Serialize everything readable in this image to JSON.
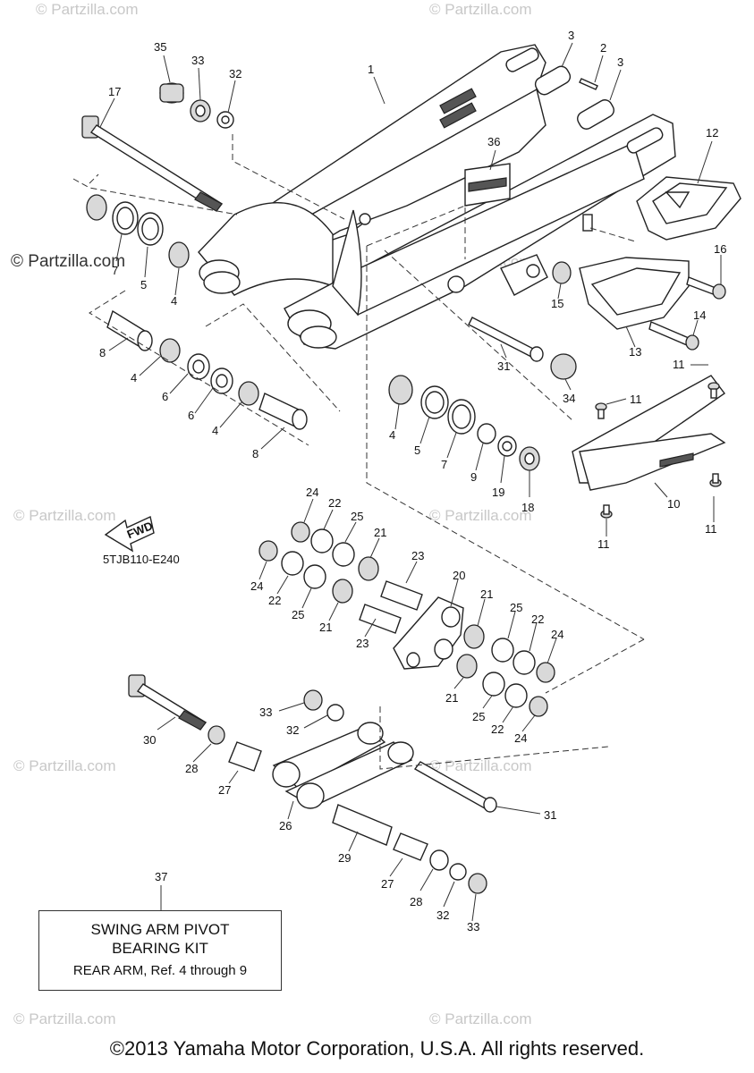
{
  "watermark": {
    "text": "© Partzilla.com",
    "logo_text": "© Partzilla.com"
  },
  "diagram_code": "5TJB110-E240",
  "fwd_label": "FWD",
  "kit_box": {
    "callout": "37",
    "line1": "SWING ARM PIVOT",
    "line2": "BEARING KIT",
    "line3": "REAR ARM, Ref. 4 through 9"
  },
  "copyright": "©2013 Yamaha Motor Corporation, U.S.A. All rights reserved.",
  "callouts": [
    {
      "id": "c35",
      "label": "35"
    },
    {
      "id": "c33a",
      "label": "33"
    },
    {
      "id": "c32a",
      "label": "32"
    },
    {
      "id": "c17",
      "label": "17"
    },
    {
      "id": "c1",
      "label": "1"
    },
    {
      "id": "c3a",
      "label": "3"
    },
    {
      "id": "c2",
      "label": "2"
    },
    {
      "id": "c3b",
      "label": "3"
    },
    {
      "id": "c36",
      "label": "36"
    },
    {
      "id": "c12",
      "label": "12"
    },
    {
      "id": "c7a",
      "label": "7"
    },
    {
      "id": "c5a",
      "label": "5"
    },
    {
      "id": "c4a",
      "label": "4"
    },
    {
      "id": "c16",
      "label": "16"
    },
    {
      "id": "c15",
      "label": "15"
    },
    {
      "id": "c14",
      "label": "14"
    },
    {
      "id": "c13",
      "label": "13"
    },
    {
      "id": "c8a",
      "label": "8"
    },
    {
      "id": "c4b",
      "label": "4"
    },
    {
      "id": "c6a",
      "label": "6"
    },
    {
      "id": "c6b",
      "label": "6"
    },
    {
      "id": "c4c",
      "label": "4"
    },
    {
      "id": "c8b",
      "label": "8"
    },
    {
      "id": "c31a",
      "label": "31"
    },
    {
      "id": "c34",
      "label": "34"
    },
    {
      "id": "c11a",
      "label": "11"
    },
    {
      "id": "c11b",
      "label": "11"
    },
    {
      "id": "c4d",
      "label": "4"
    },
    {
      "id": "c5b",
      "label": "5"
    },
    {
      "id": "c7b",
      "label": "7"
    },
    {
      "id": "c9",
      "label": "9"
    },
    {
      "id": "c19",
      "label": "19"
    },
    {
      "id": "c18",
      "label": "18"
    },
    {
      "id": "c10",
      "label": "10"
    },
    {
      "id": "c11c",
      "label": "11"
    },
    {
      "id": "c11d",
      "label": "11"
    },
    {
      "id": "c24a",
      "label": "24"
    },
    {
      "id": "c22a",
      "label": "22"
    },
    {
      "id": "c25a",
      "label": "25"
    },
    {
      "id": "c21a",
      "label": "21"
    },
    {
      "id": "c23a",
      "label": "23"
    },
    {
      "id": "c24b",
      "label": "24"
    },
    {
      "id": "c22b",
      "label": "22"
    },
    {
      "id": "c25b",
      "label": "25"
    },
    {
      "id": "c21b",
      "label": "21"
    },
    {
      "id": "c20",
      "label": "20"
    },
    {
      "id": "c21c",
      "label": "21"
    },
    {
      "id": "c23b",
      "label": "23"
    },
    {
      "id": "c25c",
      "label": "25"
    },
    {
      "id": "c22c",
      "label": "22"
    },
    {
      "id": "c24c",
      "label": "24"
    },
    {
      "id": "c21d",
      "label": "21"
    },
    {
      "id": "c25d",
      "label": "25"
    },
    {
      "id": "c22d",
      "label": "22"
    },
    {
      "id": "c24d",
      "label": "24"
    },
    {
      "id": "c33b",
      "label": "33"
    },
    {
      "id": "c32b",
      "label": "32"
    },
    {
      "id": "c30",
      "label": "30"
    },
    {
      "id": "c28a",
      "label": "28"
    },
    {
      "id": "c27a",
      "label": "27"
    },
    {
      "id": "c26",
      "label": "26"
    },
    {
      "id": "c31b",
      "label": "31"
    },
    {
      "id": "c29",
      "label": "29"
    },
    {
      "id": "c27b",
      "label": "27"
    },
    {
      "id": "c28b",
      "label": "28"
    },
    {
      "id": "c32c",
      "label": "32"
    },
    {
      "id": "c33c",
      "label": "33"
    }
  ]
}
